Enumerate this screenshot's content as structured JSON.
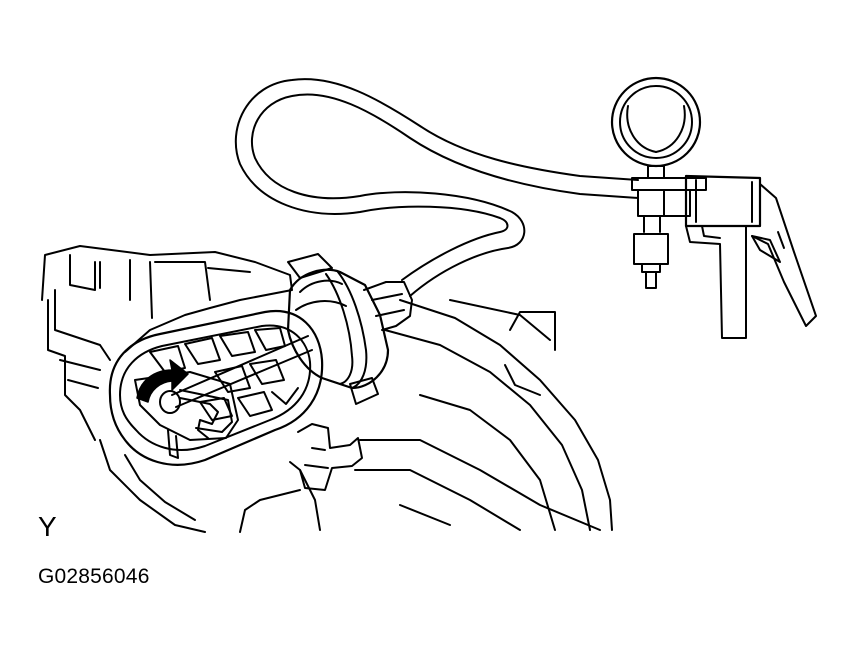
{
  "figure": {
    "view_letter": "Y",
    "figure_code": "G02856046"
  },
  "icons": {
    "gauge": "vacuum-gauge-icon",
    "pump": "hand-vacuum-pump-icon",
    "hose": "vacuum-hose",
    "diaphragm": "vacuum-actuator-diaphragm",
    "arrow": "rotation-direction-arrow-icon"
  },
  "colors": {
    "line": "#000000",
    "background": "#ffffff"
  }
}
